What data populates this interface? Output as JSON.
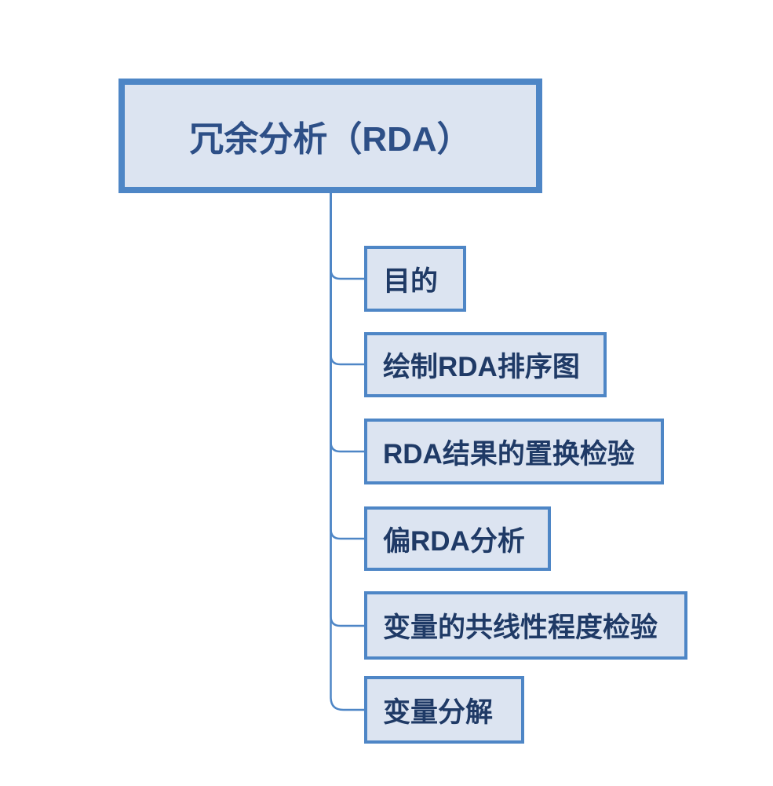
{
  "diagram": {
    "type": "mindmap",
    "root": {
      "label": "冗余分析（RDA）"
    },
    "children": [
      {
        "label": "目的"
      },
      {
        "label": "绘制RDA排序图"
      },
      {
        "label": "RDA结果的置换检验"
      },
      {
        "label": "偏RDA分析"
      },
      {
        "label": "变量的共线性程度检验"
      },
      {
        "label": "变量分解"
      }
    ],
    "colors": {
      "node_fill": "#dce4f1",
      "node_border": "#4e86c6",
      "connector": "#4e86c6",
      "root_text": "#2d4f87",
      "child_text": "#1f3a66",
      "background": "#ffffff"
    }
  }
}
